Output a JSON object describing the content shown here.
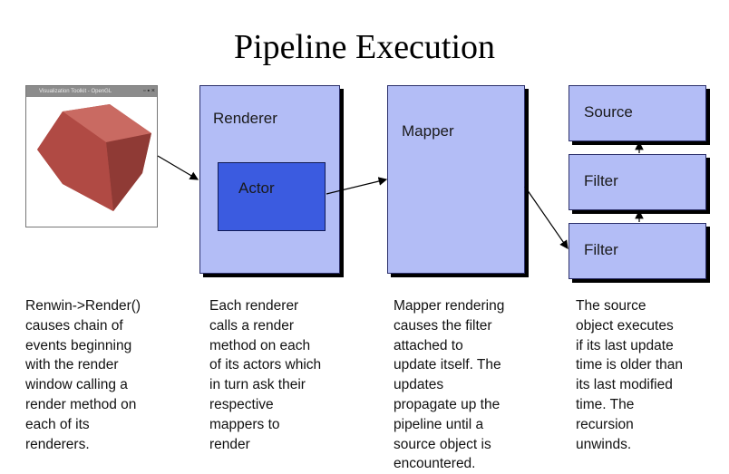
{
  "title": "Pipeline Execution",
  "window": {
    "title": "Visualization Toolkit - OpenGL"
  },
  "boxes": {
    "renderer": "Renderer",
    "actor": "Actor",
    "mapper": "Mapper",
    "source": "Source",
    "filter_top": "Filter",
    "filter_bottom": "Filter"
  },
  "descriptions": {
    "renwin": "Renwin->Render()\ncauses chain of\nevents beginning\nwith the render\nwindow calling a\nrender method on\neach of its\nrenderers.",
    "renderer": "Each renderer\ncalls a render\nmethod on each\nof its actors which\nin turn ask their\nrespective\nmappers to\nrender",
    "mapper": "Mapper rendering\ncauses the filter\nattached to\nupdate itself. The\nupdates\npropagate up the\npipeline until a\nsource object is\nencountered.",
    "source": "The source\nobject executes\nif its last update\ntime is older than\nits last modified\ntime. The\nrecursion\nunwinds."
  },
  "colors": {
    "box_fill": "#b3bdf6",
    "actor_fill": "#3b5be0",
    "cube_fill": "#b5504a"
  }
}
